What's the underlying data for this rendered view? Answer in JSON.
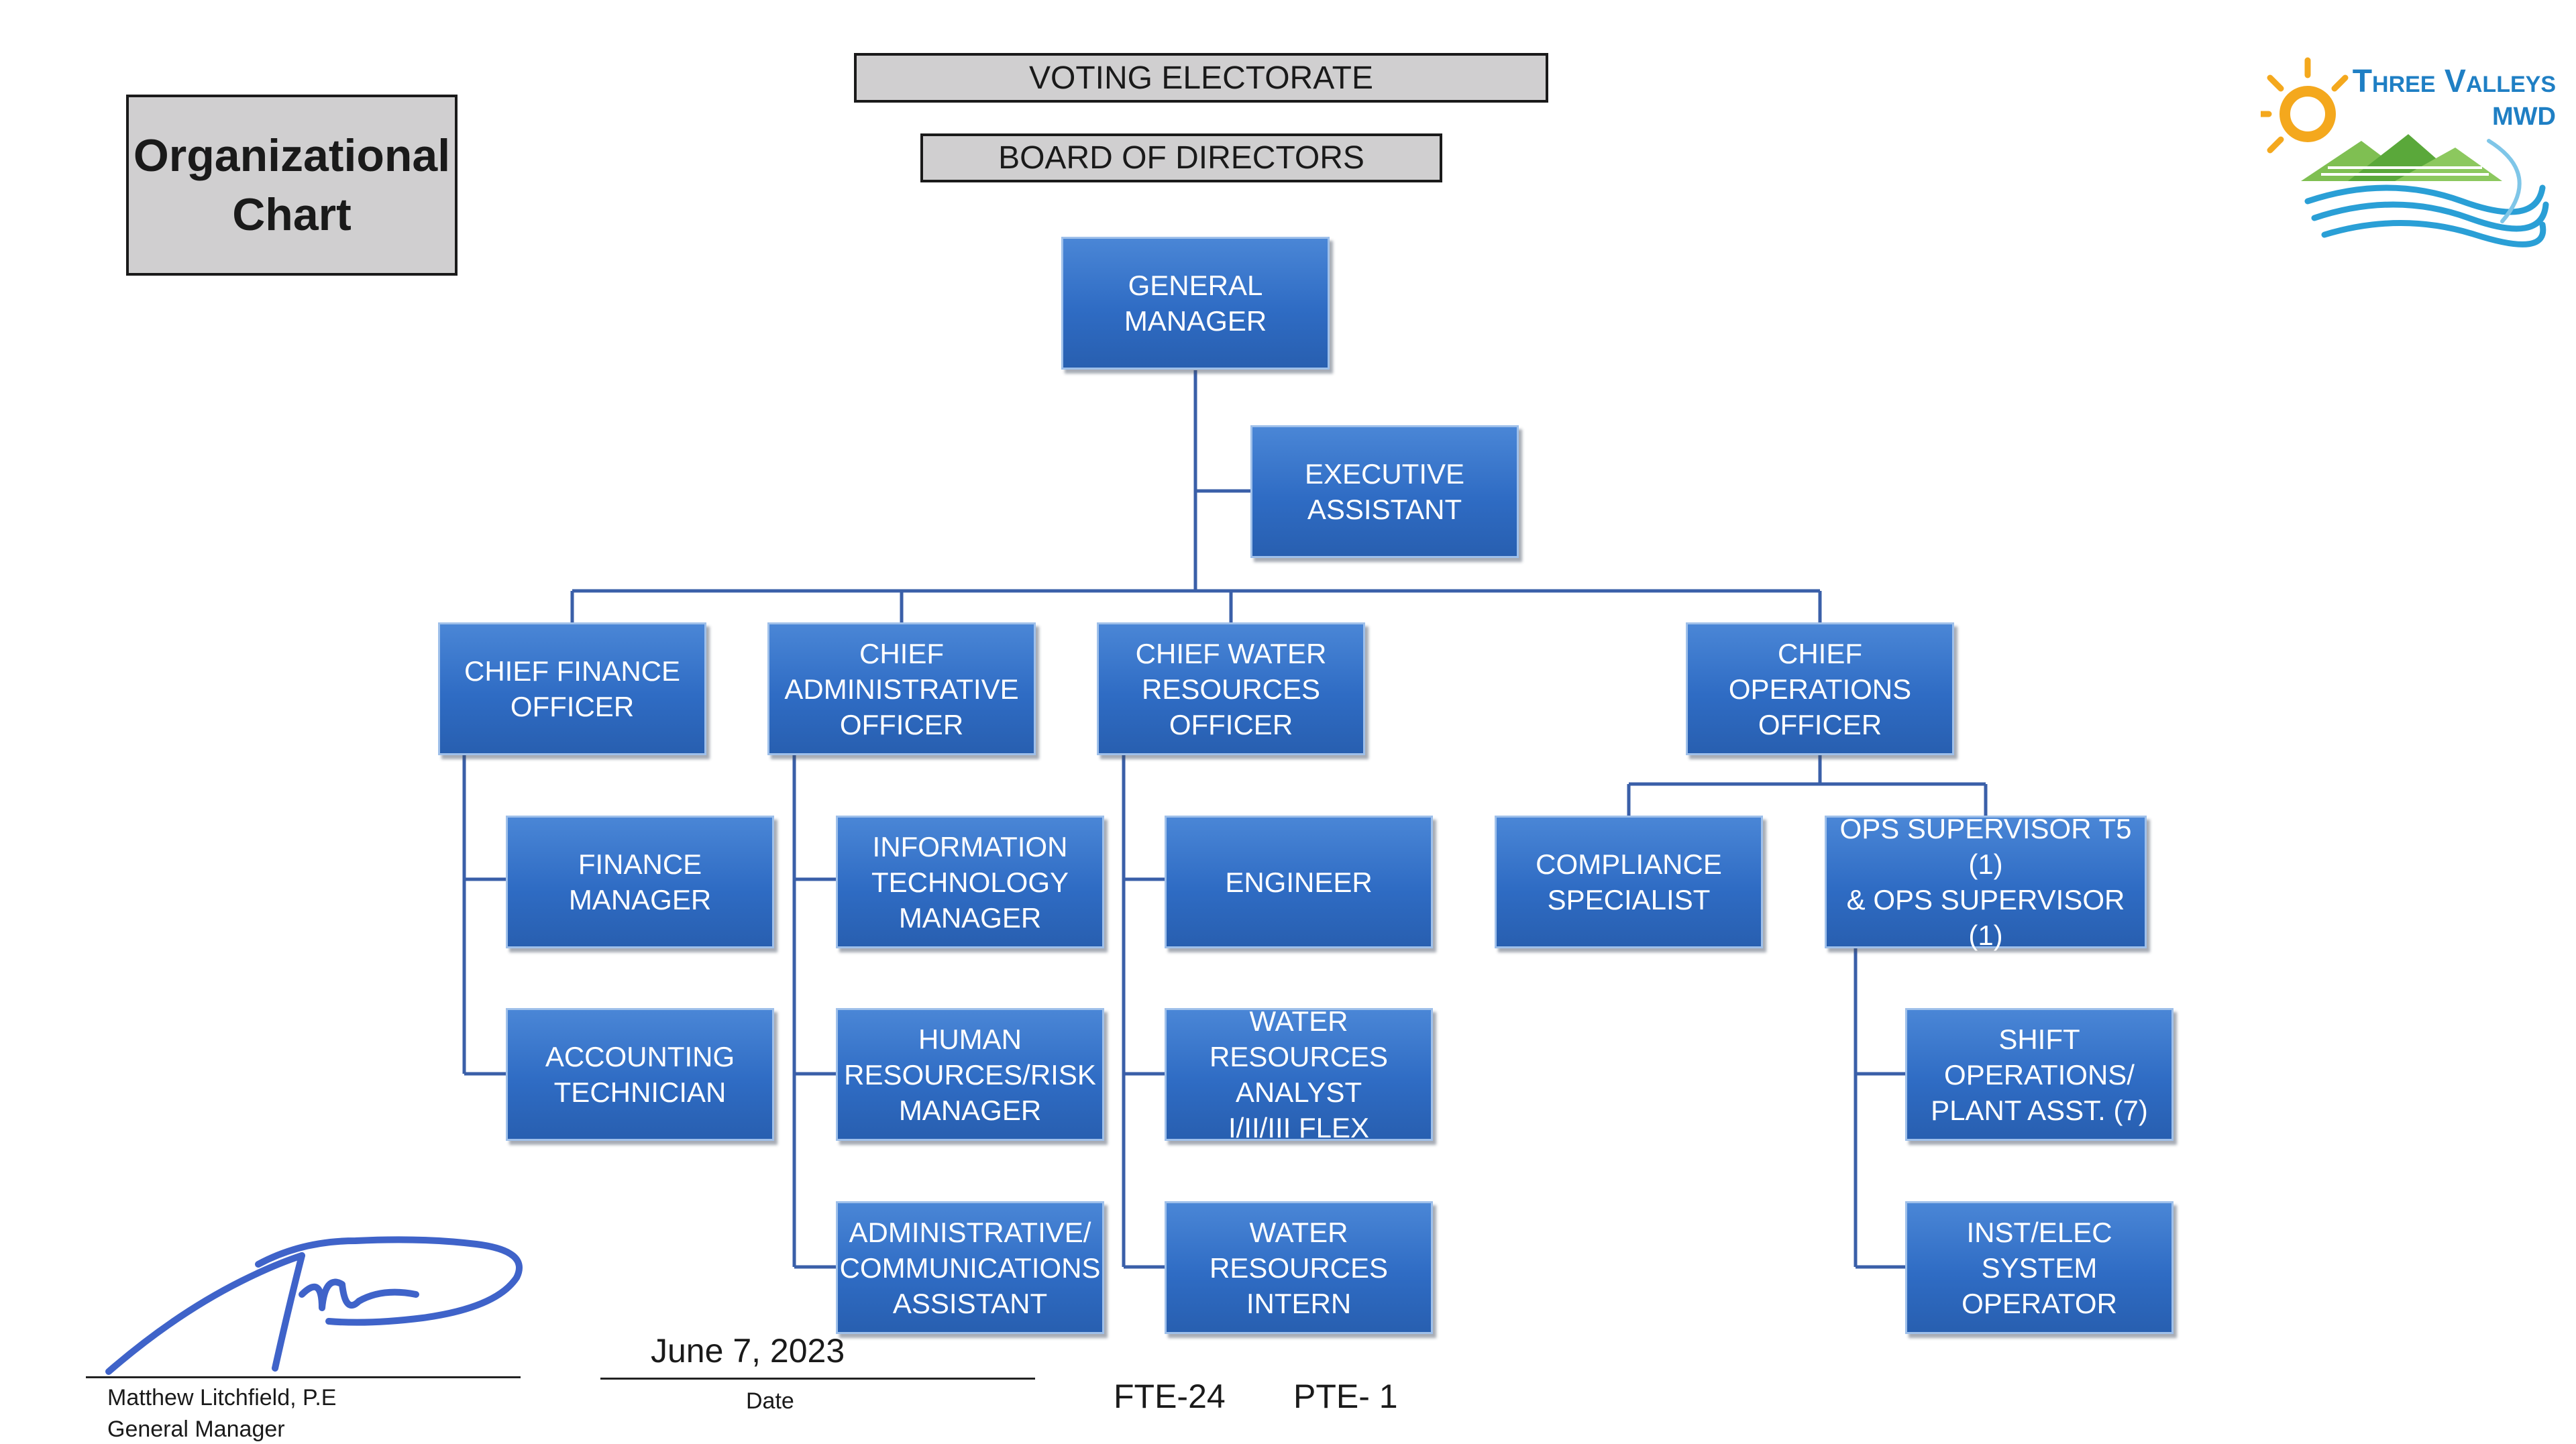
{
  "title": "Organizational\nChart",
  "header_boxes": {
    "voting": "VOTING ELECTORATE",
    "board": "BOARD OF DIRECTORS"
  },
  "logo": {
    "line1": "Three Valleys",
    "line2": "MWD",
    "colors": {
      "sun": "#f4a81d",
      "text": "#1f7fc4",
      "green": "#6db33f",
      "water": "#2a9fd6"
    }
  },
  "nodes": {
    "gm": "GENERAL\nMANAGER",
    "exec_assistant": "EXECUTIVE\nASSISTANT",
    "cfo": "CHIEF FINANCE\nOFFICER",
    "cao": "CHIEF\nADMINISTRATIVE\nOFFICER",
    "cwro": "CHIEF WATER\nRESOURCES\nOFFICER",
    "coo": "CHIEF OPERATIONS\nOFFICER",
    "finance_manager": "FINANCE MANAGER",
    "accounting_tech": "ACCOUNTING\nTECHNICIAN",
    "it_manager": "INFORMATION\nTECHNOLOGY\nMANAGER",
    "hr_manager": "HUMAN\nRESOURCES/RISK\nMANAGER",
    "admin_comm": "ADMINISTRATIVE/\nCOMMUNICATIONS\nASSISTANT",
    "engineer": "ENGINEER",
    "wr_analyst": "WATER RESOURCES\nANALYST\nI/II/III FLEX",
    "wr_intern": "WATER RESOURCES\nINTERN",
    "compliance": "COMPLIANCE\nSPECIALIST",
    "ops_supervisor": "OPS SUPERVISOR T5 (1)\n& OPS SUPERVISOR (1)",
    "shift_ops": "SHIFT OPERATIONS/\nPLANT ASST. (7)",
    "inst_elec": "INST/ELEC SYSTEM\nOPERATOR"
  },
  "colors": {
    "node": "#2f6cc4",
    "connector": "#3a5fa8",
    "gray": "#d0cfd0"
  },
  "footer": {
    "signer_name": "Matthew Litchfield, P.E",
    "signer_title": "General Manager",
    "date_value": "June 7, 2023",
    "date_label": "Date",
    "fte": "FTE-24",
    "pte": "PTE- 1"
  }
}
